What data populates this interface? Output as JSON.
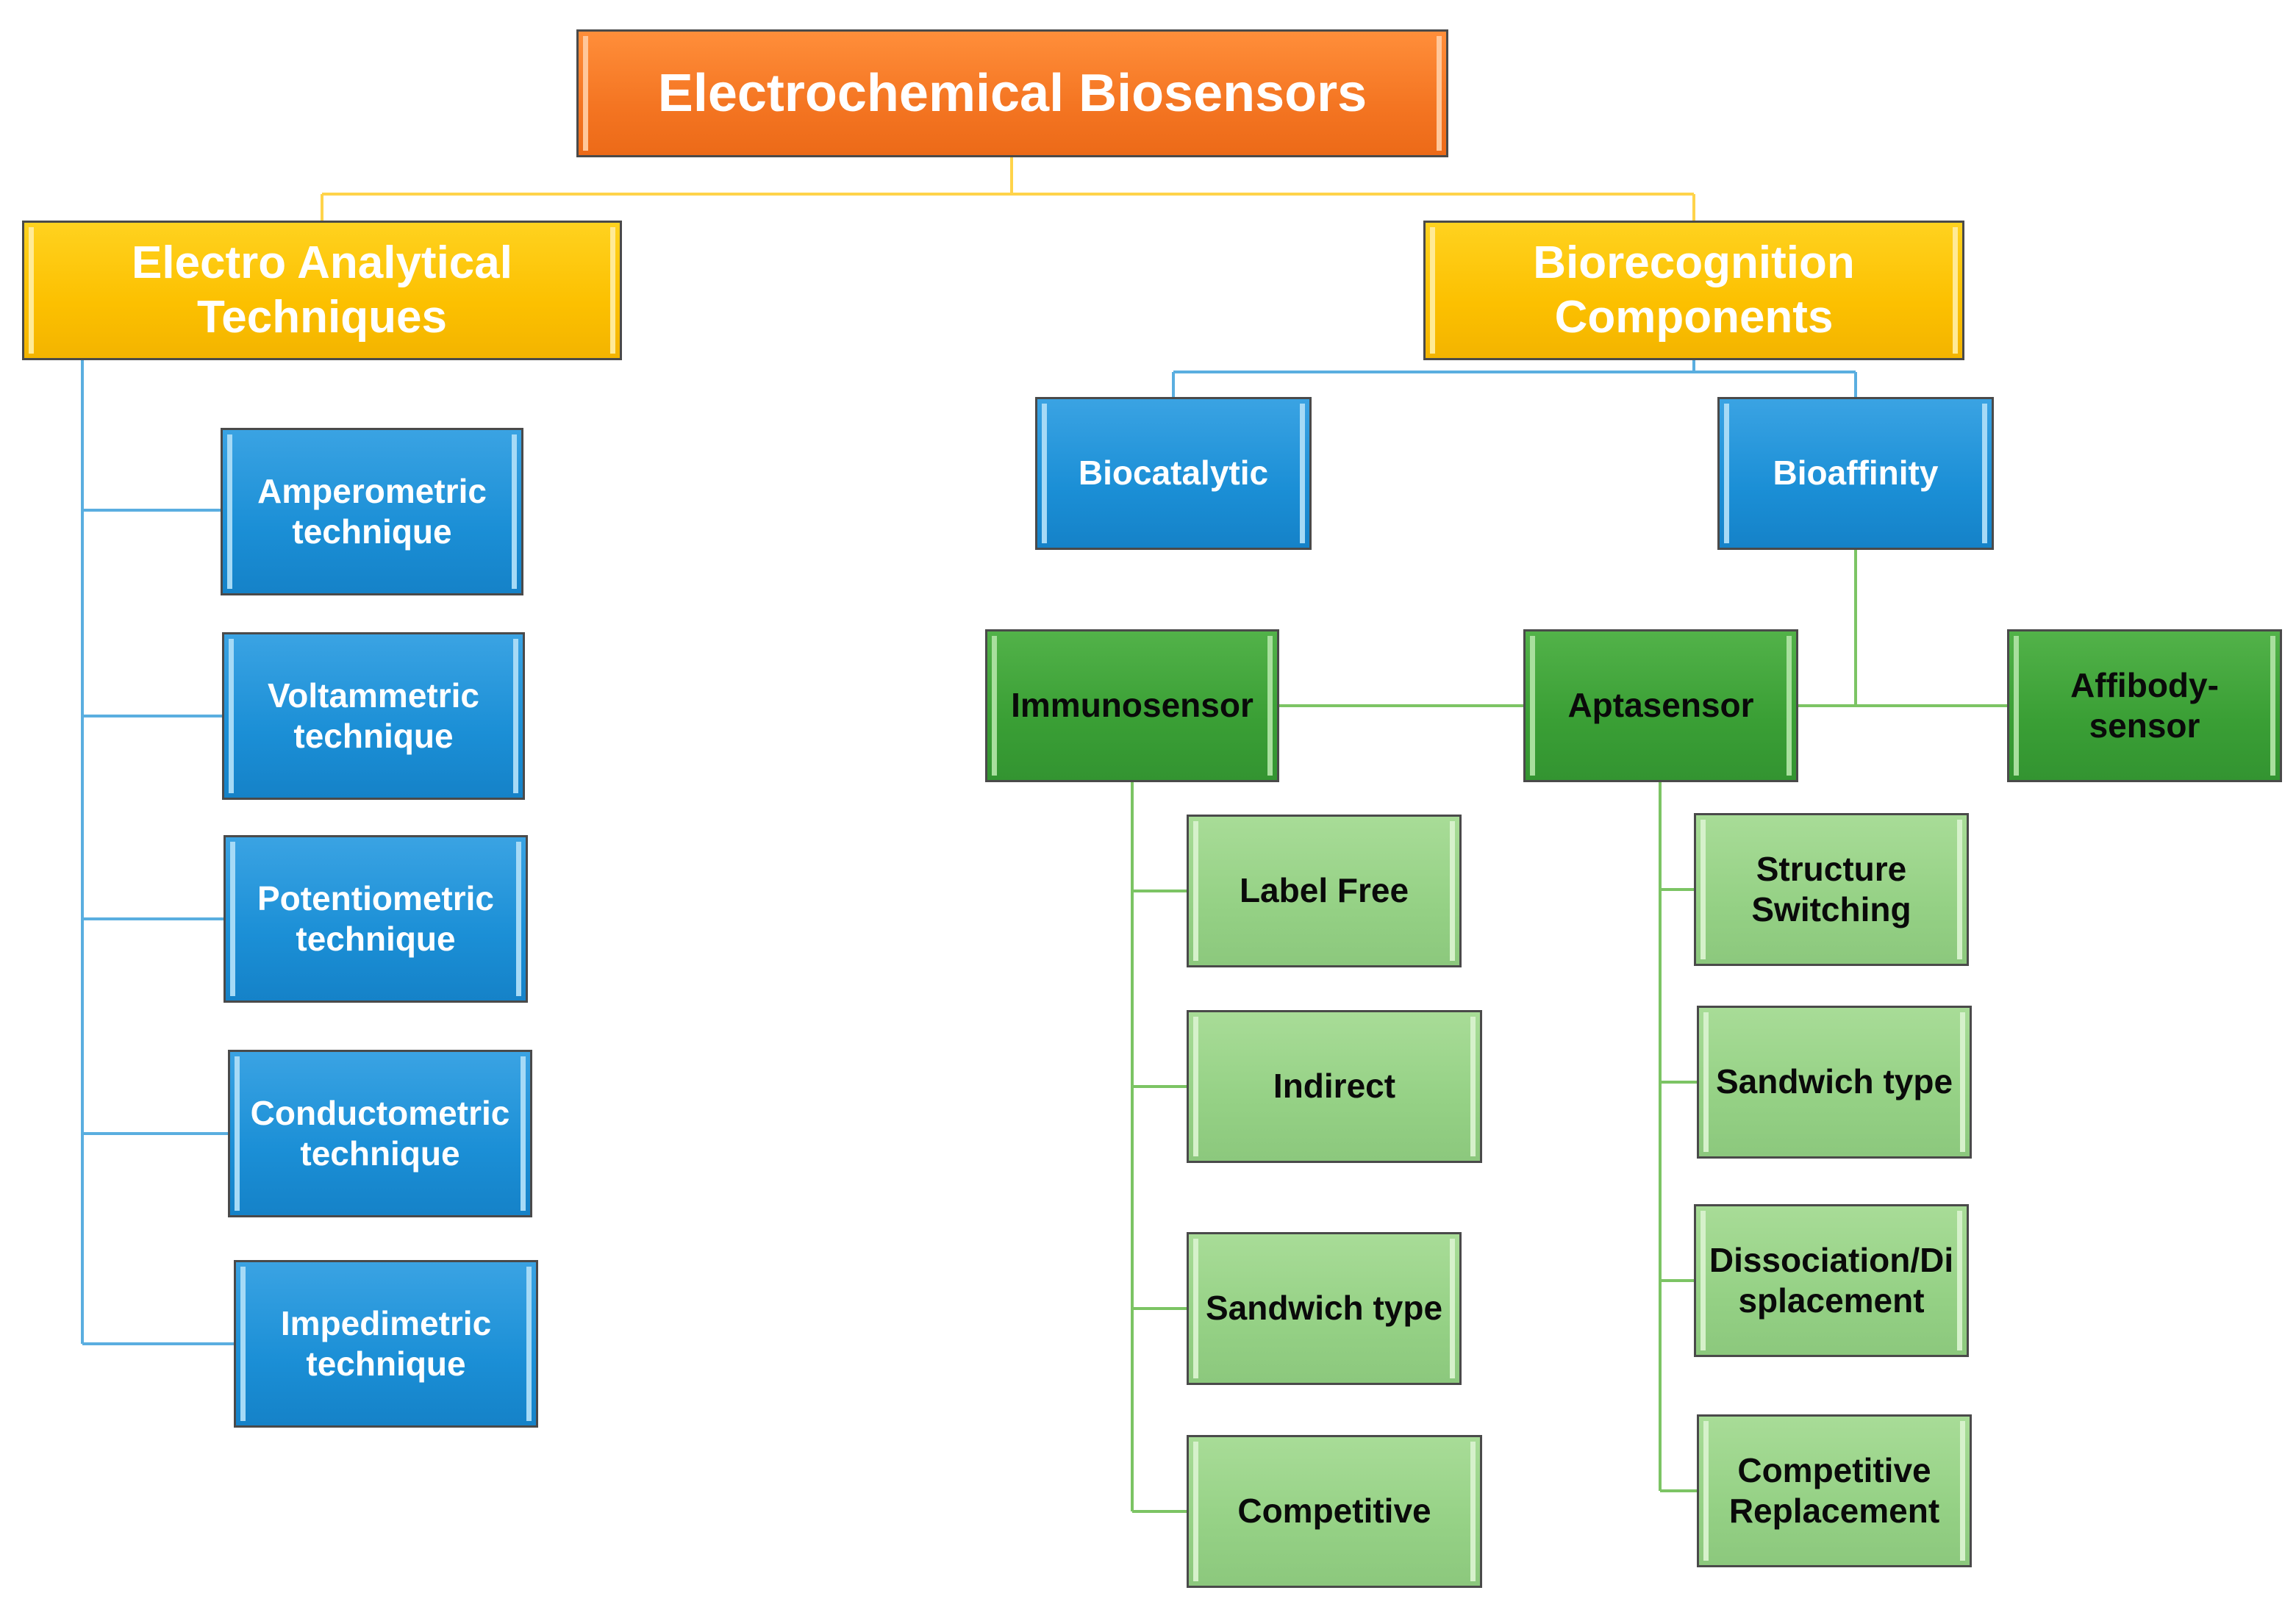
{
  "title": "Electrochemical Biosensors",
  "categories": {
    "electro_analytical": "Electro Analytical Techniques",
    "biorecognition": "Biorecognition Components"
  },
  "techniques": [
    "Amperometric technique",
    "Voltammetric technique",
    "Potentiometric technique",
    "Conductometric technique",
    "Impedimetric technique"
  ],
  "biorecognition_types": {
    "biocatalytic": "Biocatalytic",
    "bioaffinity": "Bioaffinity"
  },
  "sensors": {
    "immunosensor": "Immunosensor",
    "aptasensor": "Aptasensor",
    "affibody": "Affibody-sensor"
  },
  "immunosensor_types": [
    "Label Free",
    "Indirect",
    "Sandwich type",
    "Competitive"
  ],
  "aptasensor_types": [
    "Structure Switching",
    "Sandwich type",
    "Dissociation/Displacement",
    "Competitive Replacement"
  ],
  "colors": {
    "title": "#f47522",
    "category": "#fcc000",
    "technique": "#1b8fd6",
    "sensor": "#3a9f35",
    "sensor_type": "#95d185",
    "connector_yellow": "#ffd34a",
    "connector_blue": "#5aaee0",
    "connector_green": "#7cc464"
  }
}
